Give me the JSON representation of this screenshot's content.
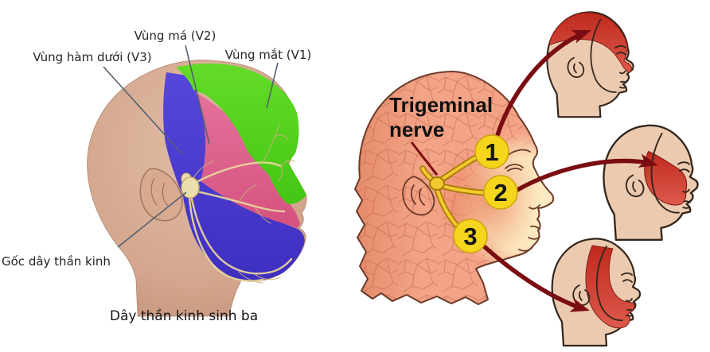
{
  "figure": {
    "type": "trigeminal-nerve-medical-diagram",
    "background": "#ffffff"
  },
  "left_panel": {
    "labels": {
      "cheek": "Vùng má (V2)",
      "jaw": "Vùng hàm dưới (V3)",
      "eye": "Vùng mắt (V1)",
      "root": "Gốc dây thần kinh"
    },
    "caption": "Dây thần kinh sinh ba",
    "region_colors": {
      "v1_eye": "#55d420",
      "v2_cheek": "#e0608f",
      "v3_jaw": "#4b3ed1",
      "nerve": "#e7d49b",
      "skin": "#d7ab92"
    }
  },
  "right_panel": {
    "label": "Trigeminal nerve",
    "label_lines": [
      "Trigeminal",
      "nerve"
    ],
    "branch_badges": [
      "1",
      "2",
      "3"
    ],
    "colors": {
      "head_skin": "#f3a486",
      "face_pale": "#fdf0c8",
      "badge": "#f6d51d",
      "nerve": "#f2ca2e",
      "arrow": "#7a0d11",
      "highlight_red": "#cc3128",
      "mini_head_skin": "#eccab0"
    }
  }
}
